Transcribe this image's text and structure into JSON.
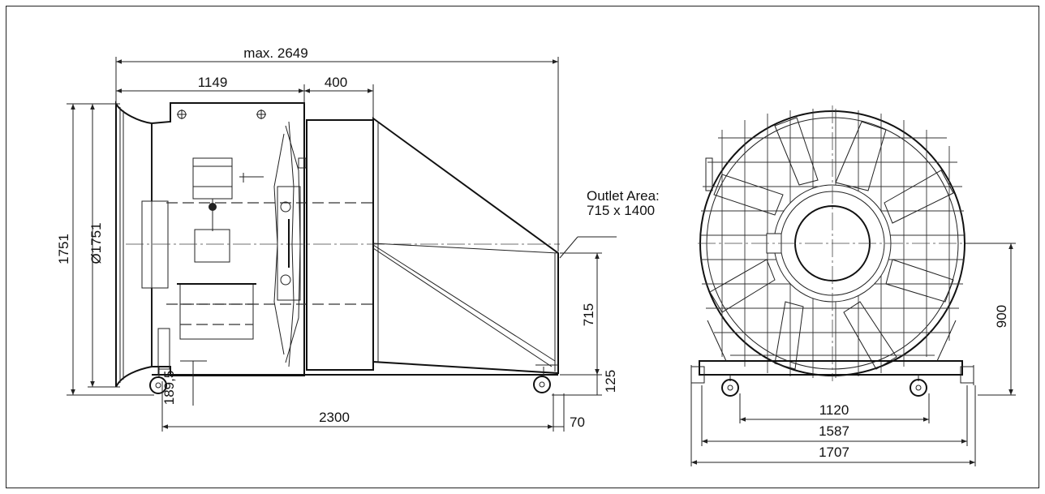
{
  "side_view": {
    "dims": {
      "overall_length": "max. 2649",
      "inlet_length": "1149",
      "motor_length": "400",
      "height_total": "1751",
      "diameter": "Ø1751",
      "base_length": "2300",
      "outlet_height": "715",
      "wheel_clearance": "125",
      "outlet_offset": "70",
      "axle_height": "189,5"
    },
    "outlet_area_label": [
      "Outlet Area:",
      "715 x 1400"
    ]
  },
  "front_view": {
    "dims": {
      "wheel_track": "1120",
      "frame_inner": "1587",
      "frame_outer": "1707",
      "axis_height": "900"
    }
  }
}
